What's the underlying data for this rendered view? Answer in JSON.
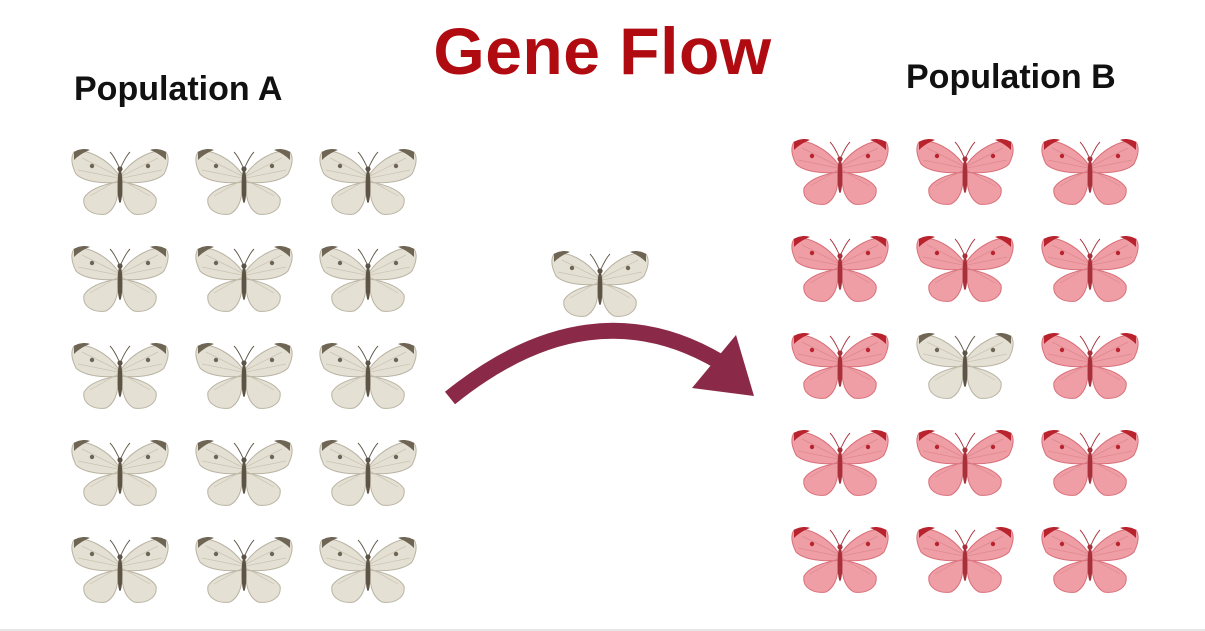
{
  "title": "Gene Flow",
  "populations": {
    "a": {
      "label": "Population A",
      "rows": 5,
      "cols": 3,
      "morphs": [
        "white",
        "white",
        "white",
        "white",
        "white",
        "white",
        "white",
        "white",
        "white",
        "white",
        "white",
        "white",
        "white",
        "white",
        "white"
      ]
    },
    "b": {
      "label": "Population B",
      "rows": 5,
      "cols": 3,
      "morphs": [
        "pink",
        "pink",
        "pink",
        "pink",
        "pink",
        "pink",
        "pink",
        "white",
        "pink",
        "pink",
        "pink",
        "pink",
        "pink",
        "pink",
        "pink"
      ]
    }
  },
  "migrant": {
    "morph": "white"
  },
  "colors": {
    "title": "#b00b10",
    "arrow": "#8a2a48",
    "white_morph": {
      "wing": "#e4e0d4",
      "edge": "#b9b3a2",
      "tip": "#6e6555",
      "body": "#5d5446",
      "vein": "#c9c3b2"
    },
    "pink_morph": {
      "wing": "#ee9ea4",
      "edge": "#d9707a",
      "tip": "#b8232d",
      "body": "#a8303a",
      "vein": "#de8890"
    }
  },
  "icons": {
    "individual": "butterfly-icon",
    "direction": "curved-arrow-icon"
  }
}
